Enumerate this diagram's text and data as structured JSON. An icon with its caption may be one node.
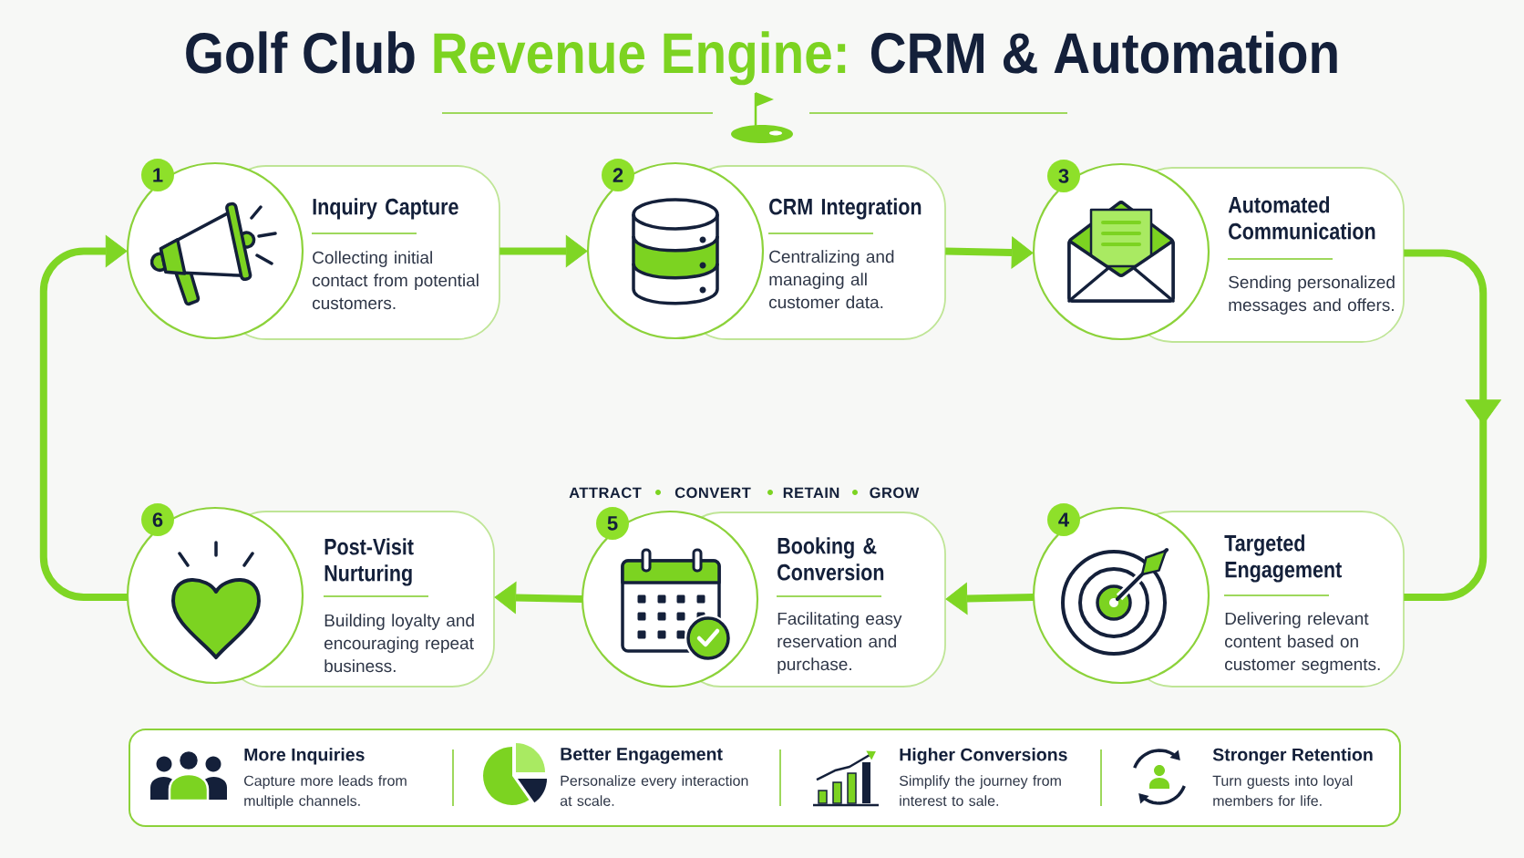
{
  "diagram": {
    "title": "Golf Club Revenue Engine: CRM & Automation",
    "nodes": [
      {
        "text": [
          "1",
          "Inquiry Capture",
          "Collecting initial contact from potential customers."
        ]
      },
      {
        "text": [
          "2",
          "CRM Integration",
          "Centralizing and managing all customer data."
        ]
      },
      {
        "text": [
          "3",
          "Automated Communication",
          "Sending personalized messages and offers."
        ]
      },
      {
        "text": [
          "4",
          "Targeted Engagement",
          "Delivering relevant content based on customer segments."
        ]
      },
      {
        "text": [
          "5",
          "Booking & Conversion",
          "Facilitating easy reservation and purchase."
        ]
      },
      {
        "text": [
          "6",
          "Post-Visit Nurturing",
          "Building loyalty and encouraging repeat business."
        ]
      },
      {
        "text": [
          "More Inquiries",
          "Capture more leads from multiple channels.",
          "Better Engagement",
          "Personalize every interaction at scale.",
          "Higher Conversions",
          "Simplify the journey from interest to sale.",
          "Stronger Retention",
          "Turn guests into loyal members for life."
        ]
      }
    ],
    "edges": [
      {
        "from": 0,
        "to": 1,
        "arrow": "to"
      },
      {
        "from": 1,
        "to": 2,
        "arrow": "to"
      },
      {
        "from": 2,
        "to": 3,
        "arrow": "to"
      },
      {
        "from": 3,
        "to": 4,
        "arrow": "to"
      },
      {
        "from": 4,
        "to": 5,
        "arrow": "to"
      },
      {
        "from": 5,
        "to": 0,
        "arrow": "to"
      }
    ],
    "labels": [
      "ATTRACT",
      "CONVERT",
      "RETAIN",
      "GROW"
    ]
  }
}
